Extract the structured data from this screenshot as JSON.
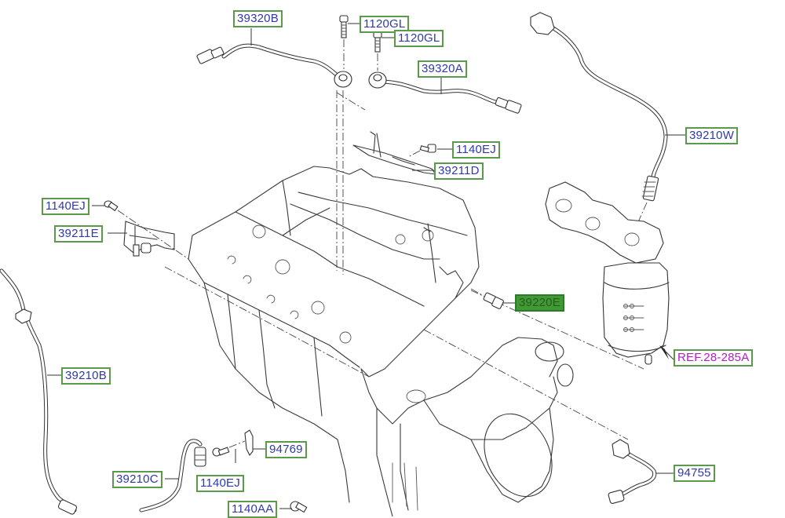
{
  "diagram": {
    "title": "Engine sensors exploded parts diagram",
    "colors": {
      "label_border": "#5a9a4a",
      "label_text": "#2f3aa8",
      "selected_fill": "#3f9a33",
      "reference_text": "#b020c0",
      "line": "#3a3a3a"
    },
    "labels": {
      "p39320B": "39320B",
      "p1120GL_a": "1120GL",
      "p1120GL_b": "1120GL",
      "p39320A": "39320A",
      "p39210W": "39210W",
      "p1140EJ_top": "1140EJ",
      "p39211D": "39211D",
      "p1140EJ_left": "1140EJ",
      "p39211E": "39211E",
      "p39220E": "39220E",
      "ref": "REF.28-285A",
      "p39210B": "39210B",
      "p94769": "94769",
      "p39210C": "39210C",
      "p1140EJ_bottom": "1140EJ",
      "p94755": "94755",
      "p1140AA": "1140AA"
    },
    "selected_part": "39220E"
  }
}
